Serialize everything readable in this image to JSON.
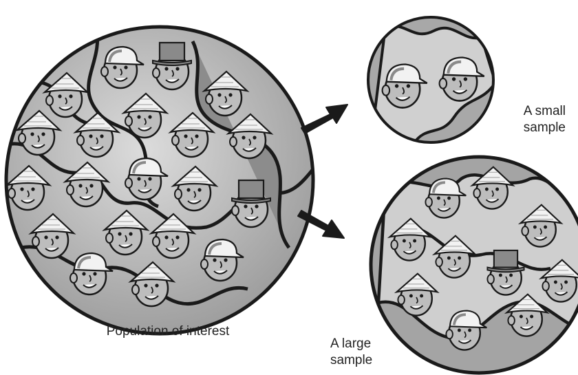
{
  "labels": {
    "population": "Population of interest",
    "small_sample": [
      "A small",
      "sample"
    ],
    "large_sample": [
      "A large",
      "sample"
    ]
  },
  "colors": {
    "outline": "#1a1a1a",
    "globe_light": "#d9d9d9",
    "globe_mid": "#a8a8a8",
    "globe_dark": "#7e7e7e",
    "face": "#bdbdbd",
    "hat_light": "#f2f2f2",
    "hat_dark": "#8a8a8a",
    "arrow": "#1a1a1a"
  },
  "icons": {
    "population_globe": "globe-with-crowd-icon",
    "small_globe": "globe-with-crowd-icon",
    "large_globe": "globe-with-crowd-icon",
    "arrow_up": "arrow-up-right-icon",
    "arrow_down": "arrow-down-right-icon"
  }
}
